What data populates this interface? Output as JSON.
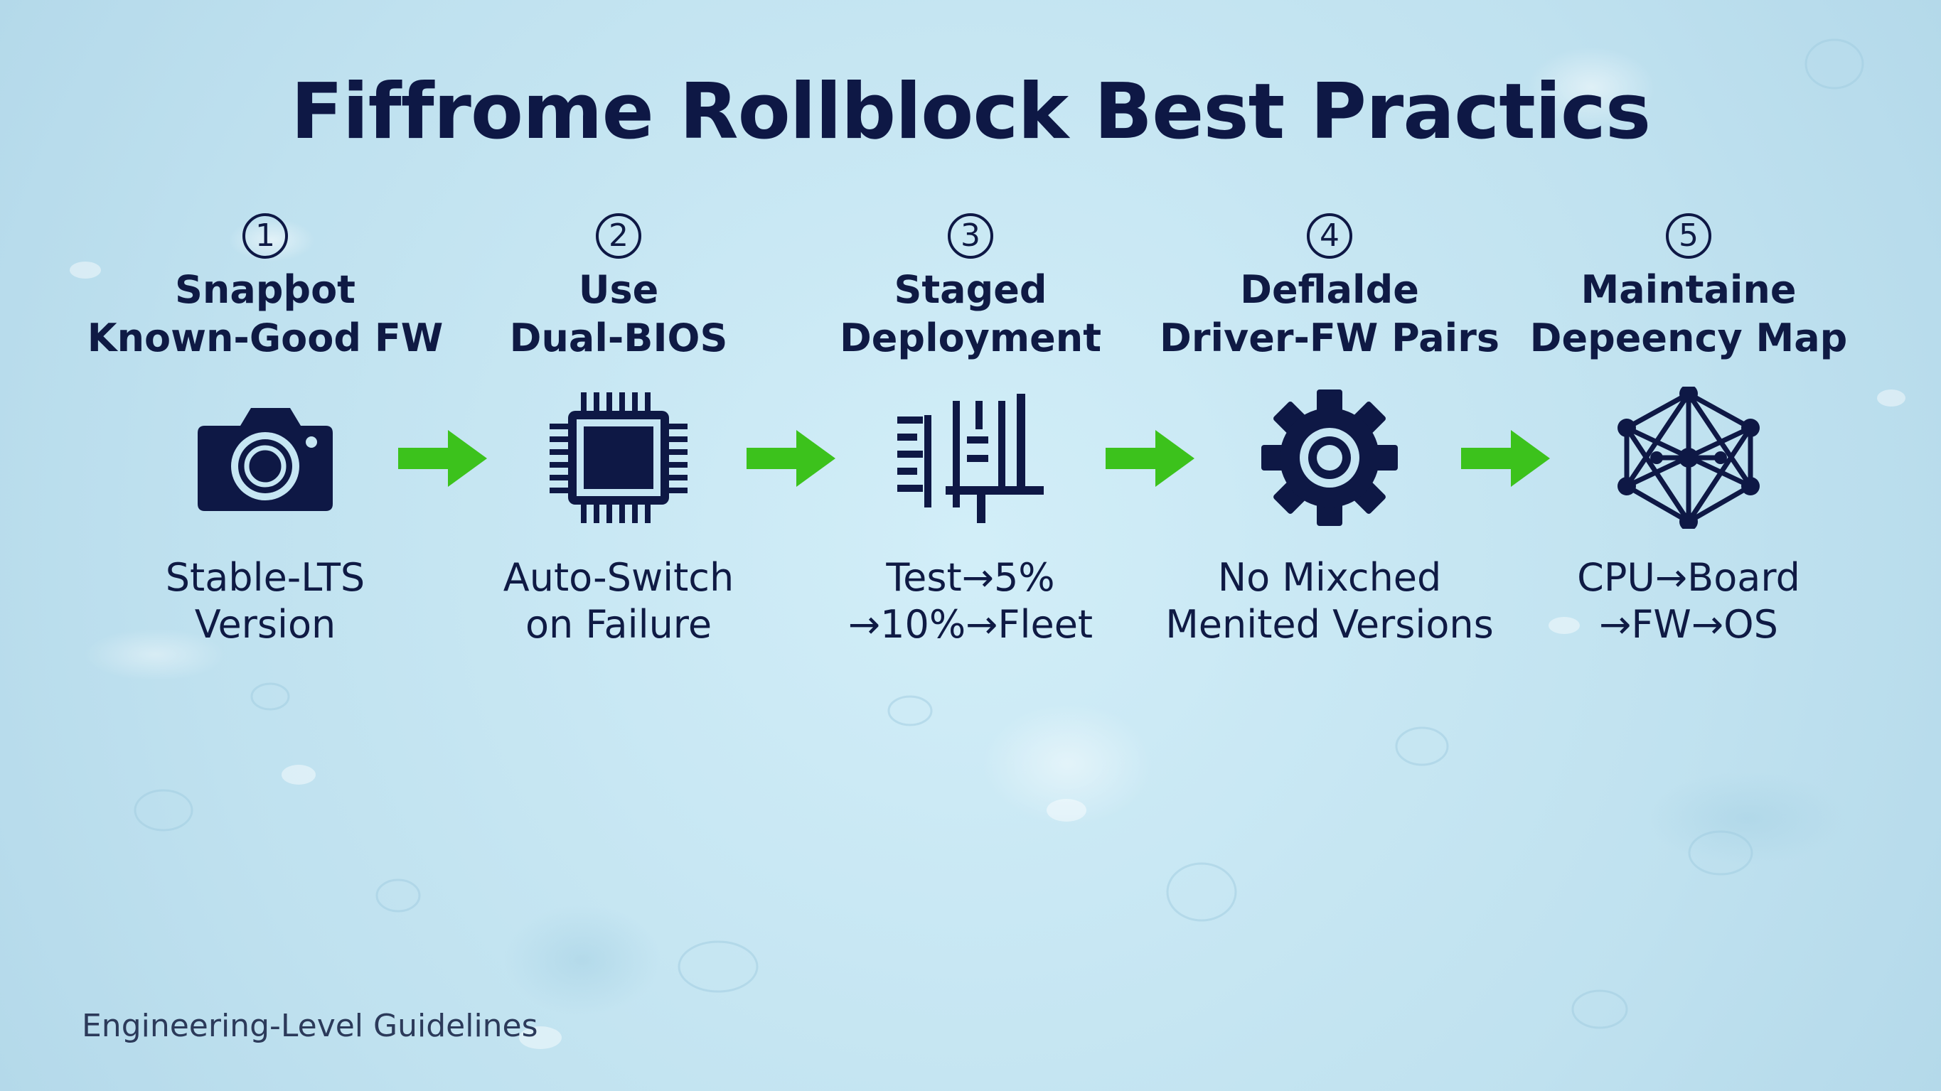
{
  "title": "Fiffrome Rollblock Best Practics",
  "steps": [
    {
      "number": "1",
      "heading_line1": "Snapþot",
      "heading_line2": "Known-Good FW",
      "icon": "camera-icon",
      "desc_line1": "Stable-LTS",
      "desc_line2": "Version"
    },
    {
      "number": "2",
      "heading_line1": "Use",
      "heading_line2": "Dual-BIOS",
      "icon": "chip-icon",
      "desc_line1": "Auto-Switch",
      "desc_line2": "on Failure"
    },
    {
      "number": "3",
      "heading_line1": "Staged",
      "heading_line2": "Deployment",
      "icon": "staged-bars-icon",
      "desc_line1": "Test→5%",
      "desc_line2": "→10%→Fleet"
    },
    {
      "number": "4",
      "heading_line1": "Deflalde",
      "heading_line2": "Driver-FW Pairs",
      "icon": "gear-icon",
      "desc_line1": "No Mixched",
      "desc_line2": "Menited Versions"
    },
    {
      "number": "5",
      "heading_line1": "Maintaine",
      "heading_line2": "Depeency Map",
      "icon": "network-icon",
      "desc_line1": "CPU→Board",
      "desc_line2": "→FW→OS"
    }
  ],
  "footer": "Engineering-Level Guidelines",
  "colors": {
    "text": "#0e1845",
    "arrow": "#3cc21c",
    "background": "#c6e6f3"
  }
}
